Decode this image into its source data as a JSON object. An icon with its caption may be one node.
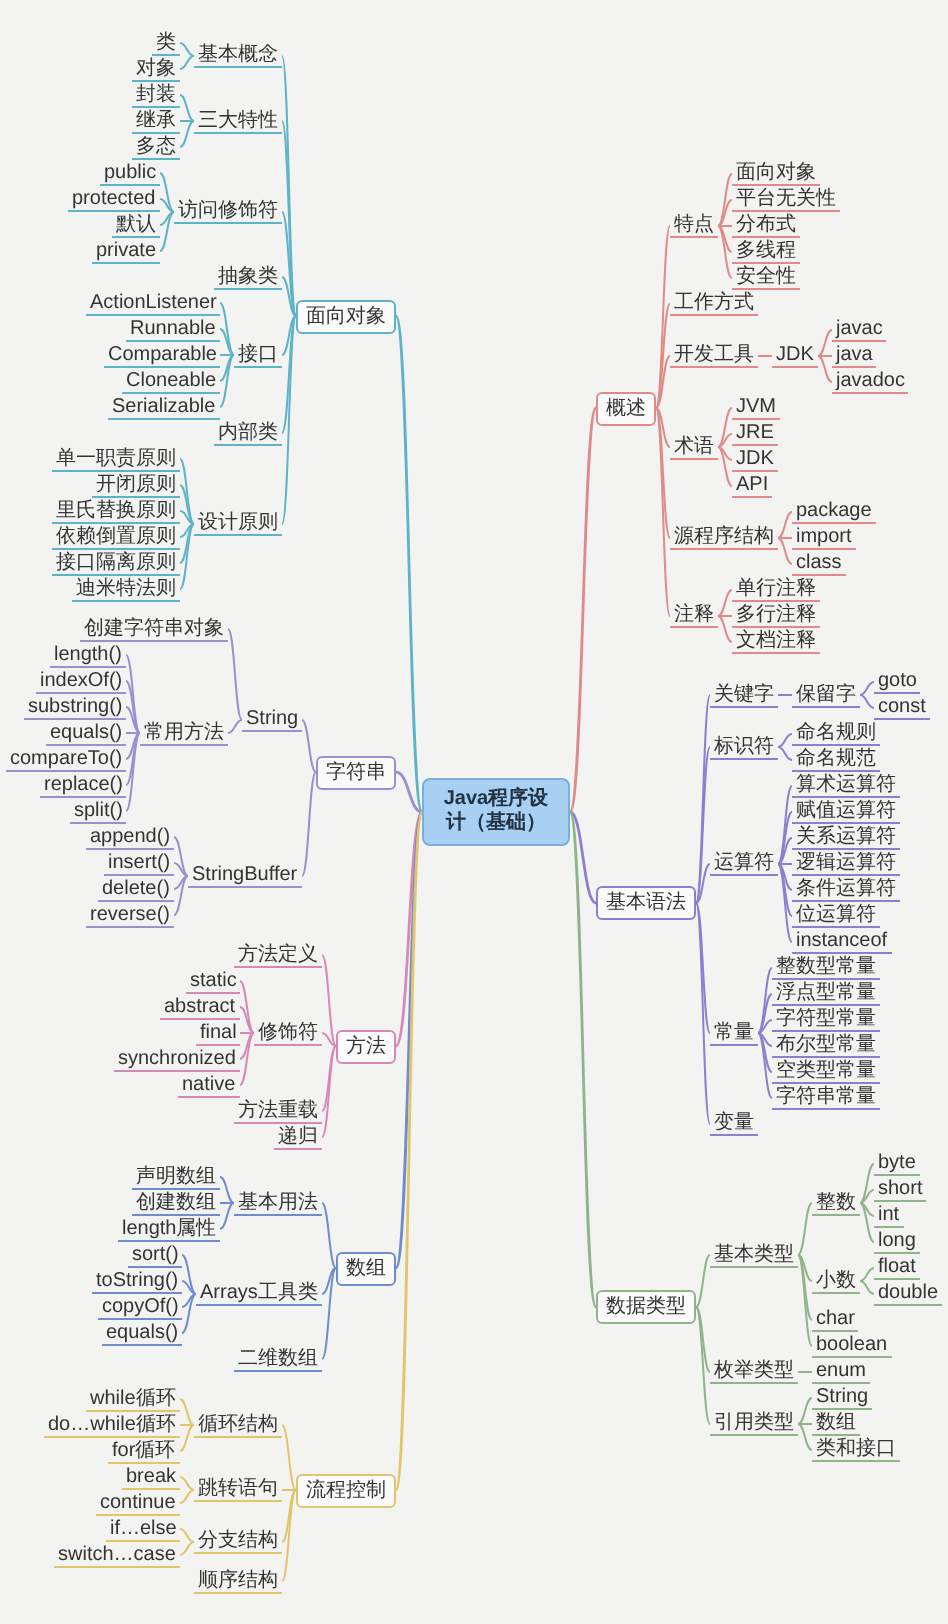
{
  "diagram": {
    "nodes": [
      {
        "text": [
          "Java程序设计（基础）"
        ]
      },
      {
        "text": [
          "概述"
        ]
      },
      {
        "text": [
          "特点"
        ]
      },
      {
        "text": [
          "面向对象"
        ]
      },
      {
        "text": [
          "平台无关性"
        ]
      },
      {
        "text": [
          "分布式"
        ]
      },
      {
        "text": [
          "多线程"
        ]
      },
      {
        "text": [
          "安全性"
        ]
      },
      {
        "text": [
          "工作方式"
        ]
      },
      {
        "text": [
          "开发工具"
        ]
      },
      {
        "text": [
          "JDK"
        ]
      },
      {
        "text": [
          "javac"
        ]
      },
      {
        "text": [
          "java"
        ]
      },
      {
        "text": [
          "javadoc"
        ]
      },
      {
        "text": [
          "术语"
        ]
      },
      {
        "text": [
          "JVM"
        ]
      },
      {
        "text": [
          "JRE"
        ]
      },
      {
        "text": [
          "JDK"
        ]
      },
      {
        "text": [
          "API"
        ]
      },
      {
        "text": [
          "源程序结构"
        ]
      },
      {
        "text": [
          "package"
        ]
      },
      {
        "text": [
          "import"
        ]
      },
      {
        "text": [
          "class"
        ]
      },
      {
        "text": [
          "注释"
        ]
      },
      {
        "text": [
          "单行注释"
        ]
      },
      {
        "text": [
          "多行注释"
        ]
      },
      {
        "text": [
          "文档注释"
        ]
      },
      {
        "text": [
          "基本语法"
        ]
      },
      {
        "text": [
          "关键字"
        ]
      },
      {
        "text": [
          "保留字"
        ]
      },
      {
        "text": [
          "goto"
        ]
      },
      {
        "text": [
          "const"
        ]
      },
      {
        "text": [
          "标识符"
        ]
      },
      {
        "text": [
          "命名规则"
        ]
      },
      {
        "text": [
          "命名规范"
        ]
      },
      {
        "text": [
          "运算符"
        ]
      },
      {
        "text": [
          "算术运算符"
        ]
      },
      {
        "text": [
          "赋值运算符"
        ]
      },
      {
        "text": [
          "关系运算符"
        ]
      },
      {
        "text": [
          "逻辑运算符"
        ]
      },
      {
        "text": [
          "条件运算符"
        ]
      },
      {
        "text": [
          "位运算符"
        ]
      },
      {
        "text": [
          "instanceof"
        ]
      },
      {
        "text": [
          "常量"
        ]
      },
      {
        "text": [
          "整数型常量"
        ]
      },
      {
        "text": [
          "浮点型常量"
        ]
      },
      {
        "text": [
          "字符型常量"
        ]
      },
      {
        "text": [
          "布尔型常量"
        ]
      },
      {
        "text": [
          "空类型常量"
        ]
      },
      {
        "text": [
          "字符串常量"
        ]
      },
      {
        "text": [
          "变量"
        ]
      },
      {
        "text": [
          "数据类型"
        ]
      },
      {
        "text": [
          "基本类型"
        ]
      },
      {
        "text": [
          "整数"
        ]
      },
      {
        "text": [
          "byte"
        ]
      },
      {
        "text": [
          "short"
        ]
      },
      {
        "text": [
          "int"
        ]
      },
      {
        "text": [
          "long"
        ]
      },
      {
        "text": [
          "小数"
        ]
      },
      {
        "text": [
          "float"
        ]
      },
      {
        "text": [
          "double"
        ]
      },
      {
        "text": [
          "char"
        ]
      },
      {
        "text": [
          "boolean"
        ]
      },
      {
        "text": [
          "枚举类型"
        ]
      },
      {
        "text": [
          "enum"
        ]
      },
      {
        "text": [
          "引用类型"
        ]
      },
      {
        "text": [
          "String"
        ]
      },
      {
        "text": [
          "数组"
        ]
      },
      {
        "text": [
          "类和接口"
        ]
      },
      {
        "text": [
          "面向对象"
        ]
      },
      {
        "text": [
          "基本概念"
        ]
      },
      {
        "text": [
          "类"
        ]
      },
      {
        "text": [
          "对象"
        ]
      },
      {
        "text": [
          "三大特性"
        ]
      },
      {
        "text": [
          "封装"
        ]
      },
      {
        "text": [
          "继承"
        ]
      },
      {
        "text": [
          "多态"
        ]
      },
      {
        "text": [
          "访问修饰符"
        ]
      },
      {
        "text": [
          "public"
        ]
      },
      {
        "text": [
          "protected"
        ]
      },
      {
        "text": [
          "默认"
        ]
      },
      {
        "text": [
          "private"
        ]
      },
      {
        "text": [
          "抽象类"
        ]
      },
      {
        "text": [
          "接口"
        ]
      },
      {
        "text": [
          "ActionListener"
        ]
      },
      {
        "text": [
          "Runnable"
        ]
      },
      {
        "text": [
          "Comparable"
        ]
      },
      {
        "text": [
          "Cloneable"
        ]
      },
      {
        "text": [
          "Serializable"
        ]
      },
      {
        "text": [
          "内部类"
        ]
      },
      {
        "text": [
          "设计原则"
        ]
      },
      {
        "text": [
          "单一职责原则"
        ]
      },
      {
        "text": [
          "开闭原则"
        ]
      },
      {
        "text": [
          "里氏替换原则"
        ]
      },
      {
        "text": [
          "依赖倒置原则"
        ]
      },
      {
        "text": [
          "接口隔离原则"
        ]
      },
      {
        "text": [
          "迪米特法则"
        ]
      },
      {
        "text": [
          "字符串"
        ]
      },
      {
        "text": [
          "String"
        ]
      },
      {
        "text": [
          "创建字符串对象"
        ]
      },
      {
        "text": [
          "常用方法"
        ]
      },
      {
        "text": [
          "length()"
        ]
      },
      {
        "text": [
          "indexOf()"
        ]
      },
      {
        "text": [
          "substring()"
        ]
      },
      {
        "text": [
          "equals()"
        ]
      },
      {
        "text": [
          "compareTo()"
        ]
      },
      {
        "text": [
          "replace()"
        ]
      },
      {
        "text": [
          "split()"
        ]
      },
      {
        "text": [
          "StringBuffer"
        ]
      },
      {
        "text": [
          "append()"
        ]
      },
      {
        "text": [
          "insert()"
        ]
      },
      {
        "text": [
          "delete()"
        ]
      },
      {
        "text": [
          "reverse()"
        ]
      },
      {
        "text": [
          "方法"
        ]
      },
      {
        "text": [
          "方法定义"
        ]
      },
      {
        "text": [
          "修饰符"
        ]
      },
      {
        "text": [
          "static"
        ]
      },
      {
        "text": [
          "abstract"
        ]
      },
      {
        "text": [
          "final"
        ]
      },
      {
        "text": [
          "synchronized"
        ]
      },
      {
        "text": [
          "native"
        ]
      },
      {
        "text": [
          "方法重载"
        ]
      },
      {
        "text": [
          "递归"
        ]
      },
      {
        "text": [
          "数组"
        ]
      },
      {
        "text": [
          "基本用法"
        ]
      },
      {
        "text": [
          "声明数组"
        ]
      },
      {
        "text": [
          "创建数组"
        ]
      },
      {
        "text": [
          "length属性"
        ]
      },
      {
        "text": [
          "Arrays工具类"
        ]
      },
      {
        "text": [
          "sort()"
        ]
      },
      {
        "text": [
          "toString()"
        ]
      },
      {
        "text": [
          "copyOf()"
        ]
      },
      {
        "text": [
          "equals()"
        ]
      },
      {
        "text": [
          "二维数组"
        ]
      },
      {
        "text": [
          "流程控制"
        ]
      },
      {
        "text": [
          "循环结构"
        ]
      },
      {
        "text": [
          "while循环"
        ]
      },
      {
        "text": [
          "do…while循环"
        ]
      },
      {
        "text": [
          "for循环"
        ]
      },
      {
        "text": [
          "跳转语句"
        ]
      },
      {
        "text": [
          "break"
        ]
      },
      {
        "text": [
          "continue"
        ]
      },
      {
        "text": [
          "分支结构"
        ]
      },
      {
        "text": [
          "if…else"
        ]
      },
      {
        "text": [
          "switch…case"
        ]
      },
      {
        "text": [
          "顺序结构"
        ]
      }
    ],
    "edges": [
      {
        "from": 0,
        "to": 1,
        "arrow": "none",
        "color": "#e08a8a"
      },
      {
        "from": 1,
        "to": 2,
        "arrow": "none",
        "color": "#e08a8a"
      },
      {
        "from": 2,
        "to": 3,
        "arrow": "none",
        "color": "#e08a8a"
      },
      {
        "from": 2,
        "to": 4,
        "arrow": "none",
        "color": "#e08a8a"
      },
      {
        "from": 2,
        "to": 5,
        "arrow": "none",
        "color": "#e08a8a"
      },
      {
        "from": 2,
        "to": 6,
        "arrow": "none",
        "color": "#e08a8a"
      },
      {
        "from": 2,
        "to": 7,
        "arrow": "none",
        "color": "#e08a8a"
      },
      {
        "from": 1,
        "to": 8,
        "arrow": "none",
        "color": "#e08a8a"
      },
      {
        "from": 1,
        "to": 9,
        "arrow": "none",
        "color": "#e08a8a"
      },
      {
        "from": 9,
        "to": 10,
        "arrow": "none",
        "color": "#e08a8a"
      },
      {
        "from": 10,
        "to": 11,
        "arrow": "none",
        "color": "#e08a8a"
      },
      {
        "from": 10,
        "to": 12,
        "arrow": "none",
        "color": "#e08a8a"
      },
      {
        "from": 10,
        "to": 13,
        "arrow": "none",
        "color": "#e08a8a"
      },
      {
        "from": 1,
        "to": 14,
        "arrow": "none",
        "color": "#e08a8a"
      },
      {
        "from": 14,
        "to": 15,
        "arrow": "none",
        "color": "#e08a8a"
      },
      {
        "from": 14,
        "to": 16,
        "arrow": "none",
        "color": "#e08a8a"
      },
      {
        "from": 14,
        "to": 17,
        "arrow": "none",
        "color": "#e08a8a"
      },
      {
        "from": 14,
        "to": 18,
        "arrow": "none",
        "color": "#e08a8a"
      },
      {
        "from": 1,
        "to": 19,
        "arrow": "none",
        "color": "#e08a8a"
      },
      {
        "from": 19,
        "to": 20,
        "arrow": "none",
        "color": "#e08a8a"
      },
      {
        "from": 19,
        "to": 21,
        "arrow": "none",
        "color": "#e08a8a"
      },
      {
        "from": 19,
        "to": 22,
        "arrow": "none",
        "color": "#e08a8a"
      },
      {
        "from": 1,
        "to": 23,
        "arrow": "none",
        "color": "#e08a8a"
      },
      {
        "from": 23,
        "to": 24,
        "arrow": "none",
        "color": "#e08a8a"
      },
      {
        "from": 23,
        "to": 25,
        "arrow": "none",
        "color": "#e08a8a"
      },
      {
        "from": 23,
        "to": 26,
        "arrow": "none",
        "color": "#e08a8a"
      },
      {
        "from": 0,
        "to": 27,
        "arrow": "none",
        "color": "#8a7fd0"
      },
      {
        "from": 27,
        "to": 28,
        "arrow": "none",
        "color": "#8a7fd0"
      },
      {
        "from": 28,
        "to": 29,
        "arrow": "none",
        "color": "#8a7fd0"
      },
      {
        "from": 29,
        "to": 30,
        "arrow": "none",
        "color": "#8a7fd0"
      },
      {
        "from": 29,
        "to": 31,
        "arrow": "none",
        "color": "#8a7fd0"
      },
      {
        "from": 27,
        "to": 32,
        "arrow": "none",
        "color": "#8a7fd0"
      },
      {
        "from": 32,
        "to": 33,
        "arrow": "none",
        "color": "#8a7fd0"
      },
      {
        "from": 32,
        "to": 34,
        "arrow": "none",
        "color": "#8a7fd0"
      },
      {
        "from": 27,
        "to": 35,
        "arrow": "none",
        "color": "#8a7fd0"
      },
      {
        "from": 35,
        "to": 36,
        "arrow": "none",
        "color": "#8a7fd0"
      },
      {
        "from": 35,
        "to": 37,
        "arrow": "none",
        "color": "#8a7fd0"
      },
      {
        "from": 35,
        "to": 38,
        "arrow": "none",
        "color": "#8a7fd0"
      },
      {
        "from": 35,
        "to": 39,
        "arrow": "none",
        "color": "#8a7fd0"
      },
      {
        "from": 35,
        "to": 40,
        "arrow": "none",
        "color": "#8a7fd0"
      },
      {
        "from": 35,
        "to": 41,
        "arrow": "none",
        "color": "#8a7fd0"
      },
      {
        "from": 35,
        "to": 42,
        "arrow": "none",
        "color": "#8a7fd0"
      },
      {
        "from": 27,
        "to": 43,
        "arrow": "none",
        "color": "#8a7fd0"
      },
      {
        "from": 43,
        "to": 44,
        "arrow": "none",
        "color": "#8a7fd0"
      },
      {
        "from": 43,
        "to": 45,
        "arrow": "none",
        "color": "#8a7fd0"
      },
      {
        "from": 43,
        "to": 46,
        "arrow": "none",
        "color": "#8a7fd0"
      },
      {
        "from": 43,
        "to": 47,
        "arrow": "none",
        "color": "#8a7fd0"
      },
      {
        "from": 43,
        "to": 48,
        "arrow": "none",
        "color": "#8a7fd0"
      },
      {
        "from": 43,
        "to": 49,
        "arrow": "none",
        "color": "#8a7fd0"
      },
      {
        "from": 27,
        "to": 50,
        "arrow": "none",
        "color": "#8a7fd0"
      },
      {
        "from": 0,
        "to": 51,
        "arrow": "none",
        "color": "#8fb48a"
      },
      {
        "from": 51,
        "to": 52,
        "arrow": "none",
        "color": "#8fb48a"
      },
      {
        "from": 52,
        "to": 53,
        "arrow": "none",
        "color": "#8fb48a"
      },
      {
        "from": 53,
        "to": 54,
        "arrow": "none",
        "color": "#8fb48a"
      },
      {
        "from": 53,
        "to": 55,
        "arrow": "none",
        "color": "#8fb48a"
      },
      {
        "from": 53,
        "to": 56,
        "arrow": "none",
        "color": "#8fb48a"
      },
      {
        "from": 53,
        "to": 57,
        "arrow": "none",
        "color": "#8fb48a"
      },
      {
        "from": 52,
        "to": 58,
        "arrow": "none",
        "color": "#8fb48a"
      },
      {
        "from": 58,
        "to": 59,
        "arrow": "none",
        "color": "#8fb48a"
      },
      {
        "from": 58,
        "to": 60,
        "arrow": "none",
        "color": "#8fb48a"
      },
      {
        "from": 52,
        "to": 61,
        "arrow": "none",
        "color": "#8fb48a"
      },
      {
        "from": 52,
        "to": 62,
        "arrow": "none",
        "color": "#8fb48a"
      },
      {
        "from": 51,
        "to": 63,
        "arrow": "none",
        "color": "#8fb48a"
      },
      {
        "from": 63,
        "to": 64,
        "arrow": "none",
        "color": "#8fb48a"
      },
      {
        "from": 51,
        "to": 65,
        "arrow": "none",
        "color": "#8fb48a"
      },
      {
        "from": 65,
        "to": 66,
        "arrow": "none",
        "color": "#8fb48a"
      },
      {
        "from": 65,
        "to": 67,
        "arrow": "none",
        "color": "#8fb48a"
      },
      {
        "from": 65,
        "to": 68,
        "arrow": "none",
        "color": "#8fb48a"
      },
      {
        "from": 0,
        "to": 69,
        "arrow": "none",
        "color": "#5fb3c8"
      },
      {
        "from": 69,
        "to": 70,
        "arrow": "none",
        "color": "#5fb3c8"
      },
      {
        "from": 70,
        "to": 71,
        "arrow": "none",
        "color": "#5fb3c8"
      },
      {
        "from": 70,
        "to": 72,
        "arrow": "none",
        "color": "#5fb3c8"
      },
      {
        "from": 69,
        "to": 73,
        "arrow": "none",
        "color": "#5fb3c8"
      },
      {
        "from": 73,
        "to": 74,
        "arrow": "none",
        "color": "#5fb3c8"
      },
      {
        "from": 73,
        "to": 75,
        "arrow": "none",
        "color": "#5fb3c8"
      },
      {
        "from": 73,
        "to": 76,
        "arrow": "none",
        "color": "#5fb3c8"
      },
      {
        "from": 69,
        "to": 77,
        "arrow": "none",
        "color": "#5fb3c8"
      },
      {
        "from": 77,
        "to": 78,
        "arrow": "none",
        "color": "#5fb3c8"
      },
      {
        "from": 77,
        "to": 79,
        "arrow": "none",
        "color": "#5fb3c8"
      },
      {
        "from": 77,
        "to": 80,
        "arrow": "none",
        "color": "#5fb3c8"
      },
      {
        "from": 77,
        "to": 81,
        "arrow": "none",
        "color": "#5fb3c8"
      },
      {
        "from": 69,
        "to": 82,
        "arrow": "none",
        "color": "#5fb3c8"
      },
      {
        "from": 69,
        "to": 83,
        "arrow": "none",
        "color": "#5fb3c8"
      },
      {
        "from": 83,
        "to": 84,
        "arrow": "none",
        "color": "#5fb3c8"
      },
      {
        "from": 83,
        "to": 85,
        "arrow": "none",
        "color": "#5fb3c8"
      },
      {
        "from": 83,
        "to": 86,
        "arrow": "none",
        "color": "#5fb3c8"
      },
      {
        "from": 83,
        "to": 87,
        "arrow": "none",
        "color": "#5fb3c8"
      },
      {
        "from": 83,
        "to": 88,
        "arrow": "none",
        "color": "#5fb3c8"
      },
      {
        "from": 69,
        "to": 89,
        "arrow": "none",
        "color": "#5fb3c8"
      },
      {
        "from": 69,
        "to": 90,
        "arrow": "none",
        "color": "#5fb3c8"
      },
      {
        "from": 90,
        "to": 91,
        "arrow": "none",
        "color": "#5fb3c8"
      },
      {
        "from": 90,
        "to": 92,
        "arrow": "none",
        "color": "#5fb3c8"
      },
      {
        "from": 90,
        "to": 93,
        "arrow": "none",
        "color": "#5fb3c8"
      },
      {
        "from": 90,
        "to": 94,
        "arrow": "none",
        "color": "#5fb3c8"
      },
      {
        "from": 90,
        "to": 95,
        "arrow": "none",
        "color": "#5fb3c8"
      },
      {
        "from": 90,
        "to": 96,
        "arrow": "none",
        "color": "#5fb3c8"
      },
      {
        "from": 0,
        "to": 97,
        "arrow": "none",
        "color": "#9a8fd0"
      },
      {
        "from": 97,
        "to": 98,
        "arrow": "none",
        "color": "#9a8fd0"
      },
      {
        "from": 98,
        "to": 99,
        "arrow": "none",
        "color": "#9a8fd0"
      },
      {
        "from": 98,
        "to": 100,
        "arrow": "none",
        "color": "#9a8fd0"
      },
      {
        "from": 100,
        "to": 101,
        "arrow": "none",
        "color": "#9a8fd0"
      },
      {
        "from": 100,
        "to": 102,
        "arrow": "none",
        "color": "#9a8fd0"
      },
      {
        "from": 100,
        "to": 103,
        "arrow": "none",
        "color": "#9a8fd0"
      },
      {
        "from": 100,
        "to": 104,
        "arrow": "none",
        "color": "#9a8fd0"
      },
      {
        "from": 100,
        "to": 105,
        "arrow": "none",
        "color": "#9a8fd0"
      },
      {
        "from": 100,
        "to": 106,
        "arrow": "none",
        "color": "#9a8fd0"
      },
      {
        "from": 100,
        "to": 107,
        "arrow": "none",
        "color": "#9a8fd0"
      },
      {
        "from": 97,
        "to": 108,
        "arrow": "none",
        "color": "#9a8fd0"
      },
      {
        "from": 108,
        "to": 109,
        "arrow": "none",
        "color": "#9a8fd0"
      },
      {
        "from": 108,
        "to": 110,
        "arrow": "none",
        "color": "#9a8fd0"
      },
      {
        "from": 108,
        "to": 111,
        "arrow": "none",
        "color": "#9a8fd0"
      },
      {
        "from": 108,
        "to": 112,
        "arrow": "none",
        "color": "#9a8fd0"
      },
      {
        "from": 0,
        "to": 113,
        "arrow": "none",
        "color": "#d988b6"
      },
      {
        "from": 113,
        "to": 114,
        "arrow": "none",
        "color": "#d988b6"
      },
      {
        "from": 113,
        "to": 115,
        "arrow": "none",
        "color": "#d988b6"
      },
      {
        "from": 115,
        "to": 116,
        "arrow": "none",
        "color": "#d988b6"
      },
      {
        "from": 115,
        "to": 117,
        "arrow": "none",
        "color": "#d988b6"
      },
      {
        "from": 115,
        "to": 118,
        "arrow": "none",
        "color": "#d988b6"
      },
      {
        "from": 115,
        "to": 119,
        "arrow": "none",
        "color": "#d988b6"
      },
      {
        "from": 115,
        "to": 120,
        "arrow": "none",
        "color": "#d988b6"
      },
      {
        "from": 113,
        "to": 121,
        "arrow": "none",
        "color": "#d988b6"
      },
      {
        "from": 113,
        "to": 122,
        "arrow": "none",
        "color": "#d988b6"
      },
      {
        "from": 0,
        "to": 123,
        "arrow": "none",
        "color": "#6f8ccf"
      },
      {
        "from": 123,
        "to": 124,
        "arrow": "none",
        "color": "#6f8ccf"
      },
      {
        "from": 124,
        "to": 125,
        "arrow": "none",
        "color": "#6f8ccf"
      },
      {
        "from": 124,
        "to": 126,
        "arrow": "none",
        "color": "#6f8ccf"
      },
      {
        "from": 124,
        "to": 127,
        "arrow": "none",
        "color": "#6f8ccf"
      },
      {
        "from": 123,
        "to": 128,
        "arrow": "none",
        "color": "#6f8ccf"
      },
      {
        "from": 128,
        "to": 129,
        "arrow": "none",
        "color": "#6f8ccf"
      },
      {
        "from": 128,
        "to": 130,
        "arrow": "none",
        "color": "#6f8ccf"
      },
      {
        "from": 128,
        "to": 131,
        "arrow": "none",
        "color": "#6f8ccf"
      },
      {
        "from": 128,
        "to": 132,
        "arrow": "none",
        "color": "#6f8ccf"
      },
      {
        "from": 123,
        "to": 133,
        "arrow": "none",
        "color": "#6f8ccf"
      },
      {
        "from": 0,
        "to": 134,
        "arrow": "none",
        "color": "#e2c56a"
      },
      {
        "from": 134,
        "to": 135,
        "arrow": "none",
        "color": "#e2c56a"
      },
      {
        "from": 135,
        "to": 136,
        "arrow": "none",
        "color": "#e2c56a"
      },
      {
        "from": 135,
        "to": 137,
        "arrow": "none",
        "color": "#e2c56a"
      },
      {
        "from": 135,
        "to": 138,
        "arrow": "none",
        "color": "#e2c56a"
      },
      {
        "from": 134,
        "to": 139,
        "arrow": "none",
        "color": "#e2c56a"
      },
      {
        "from": 139,
        "to": 140,
        "arrow": "none",
        "color": "#e2c56a"
      },
      {
        "from": 139,
        "to": 141,
        "arrow": "none",
        "color": "#e2c56a"
      },
      {
        "from": 134,
        "to": 142,
        "arrow": "none",
        "color": "#e2c56a"
      },
      {
        "from": 142,
        "to": 143,
        "arrow": "none",
        "color": "#e2c56a"
      },
      {
        "from": 142,
        "to": 144,
        "arrow": "none",
        "color": "#e2c56a"
      },
      {
        "from": 134,
        "to": 145,
        "arrow": "none",
        "color": "#e2c56a"
      }
    ]
  }
}
